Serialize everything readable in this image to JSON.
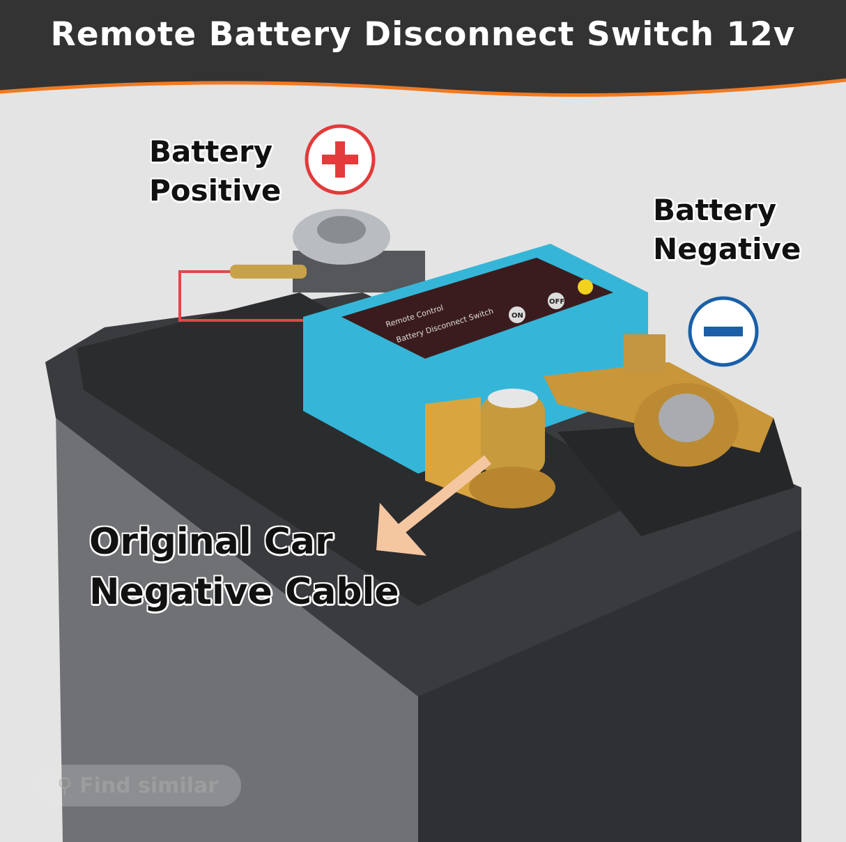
{
  "title": "Remote Battery Disconnect Switch 12v",
  "labels": {
    "positive": [
      "Battery",
      "Positive"
    ],
    "negative": [
      "Battery",
      "Negative"
    ],
    "cable": [
      "Original Car",
      "Negative Cable"
    ]
  },
  "device": {
    "line1": "Remote Control",
    "line2": "Battery Disconnect Switch",
    "on": "ON",
    "off": "OFF"
  },
  "find_similar": "Find similar",
  "colors": {
    "header": "#333333",
    "accent": "#f07a22",
    "positive": "#e23b3b",
    "negative": "#1a5fa8",
    "device": "#35b6d8"
  },
  "icons": {
    "positive": "plus-circle-icon",
    "negative": "minus-circle-icon",
    "find": "image-search-icon"
  }
}
